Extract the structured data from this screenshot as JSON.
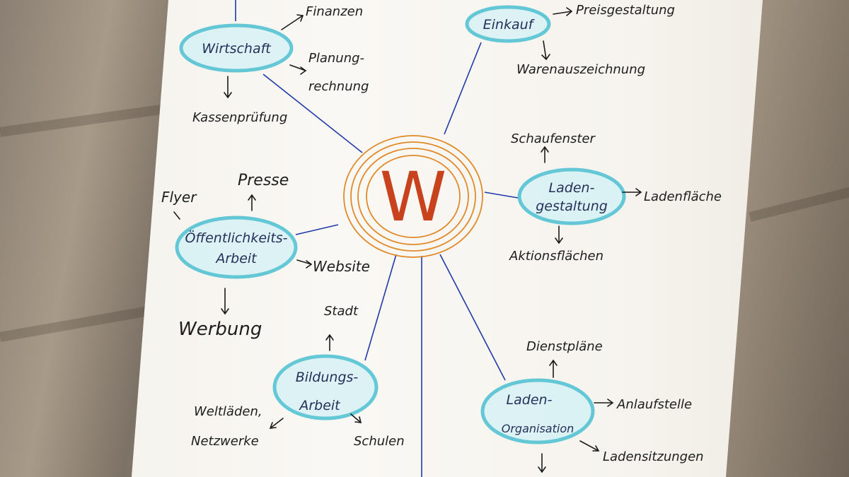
{
  "center": {
    "letter": "W"
  },
  "hubs": {
    "wirtschaft": {
      "label": "Wirtschaft"
    },
    "einkauf": {
      "label": "Einkauf"
    },
    "ladengestaltung": {
      "lines": [
        "Laden-",
        "gestaltung"
      ]
    },
    "oeffentlichkeit": {
      "lines": [
        "Öffentlichkeits-",
        "Arbeit"
      ]
    },
    "bildung": {
      "lines": [
        "Bildungs-",
        "Arbeit"
      ]
    },
    "ladenorganisation": {
      "lines": [
        "Laden-",
        "Organisation"
      ]
    }
  },
  "leaves": {
    "finanzen": "Finanzen",
    "planung": [
      "Planung-",
      "rechnung"
    ],
    "kassenpruefung": "Kassenprüfung",
    "preisgestaltung": "Preisgestaltung",
    "warenauszeichnung": "Warenauszeichnung",
    "schaufenster": "Schaufenster",
    "ladenflaeche": "Ladenfläche",
    "aktionsflaechen": "Aktionsflächen",
    "presse": "Presse",
    "flyer": "Flyer",
    "website": "Website",
    "werbung": "Werbung",
    "stadt": "Stadt",
    "weltlaeden": [
      "Weltläden,",
      "Netzwerke"
    ],
    "schulen": "Schulen",
    "dienstplaene": "Dienstpläne",
    "anlaufstelle": "Anlaufstelle",
    "ladensitzungen": "Ladensitzungen"
  },
  "colors": {
    "line": "#1f3aa8",
    "hub_glow": "#55c3d3",
    "center_ring": "#e08a2a",
    "center_letter": "#c8431d"
  }
}
